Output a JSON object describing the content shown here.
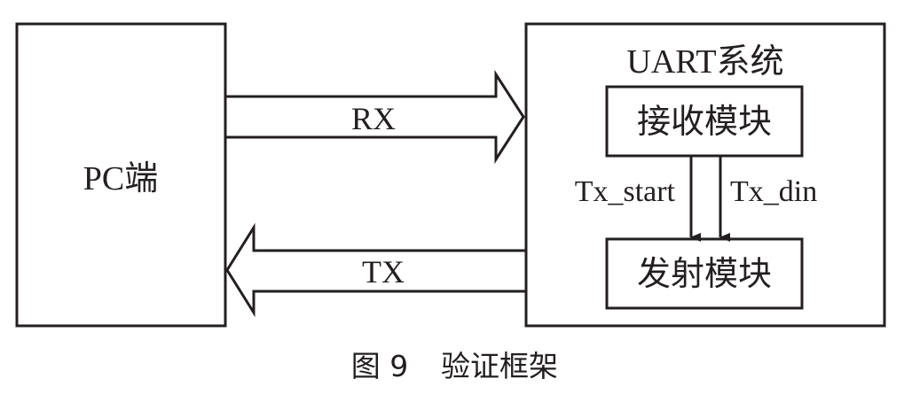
{
  "diagram": {
    "pc_label": "PC端",
    "uart_title": "UART系统",
    "rx_label": "RX",
    "tx_label": "TX",
    "receive_module": "接收模块",
    "send_module": "发射模块",
    "signal_start": "Tx_start",
    "signal_din": "Tx_din"
  },
  "caption": {
    "number": "图 9",
    "title": "验证框架"
  }
}
